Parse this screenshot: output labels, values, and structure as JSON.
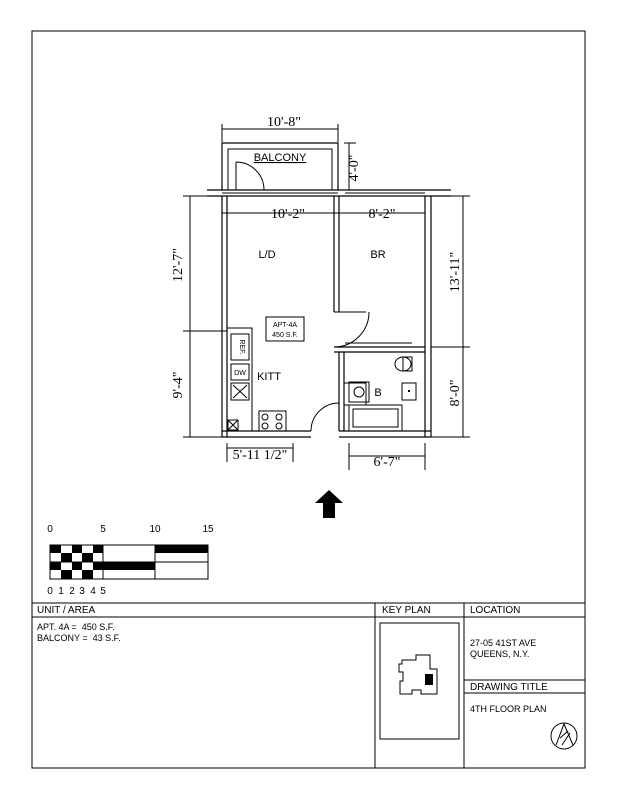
{
  "plan": {
    "dims": {
      "balcony_width": "10'-8\"",
      "balcony_depth": "4'-0\"",
      "living_width": "10'-2\"",
      "bedroom_width": "8'-2\"",
      "living_depth": "12'-7\"",
      "bedroom_depth": "13'-11\"",
      "kitchen_depth": "9'-4\"",
      "bath_depth": "8'-0\"",
      "kitchen_width": "5'-11 1/2\"",
      "bath_width": "6'-7\""
    },
    "rooms": {
      "balcony": "BALCONY",
      "living_dining": "L/D",
      "bedroom": "BR",
      "kitchen": "KITT",
      "bath": "B"
    },
    "fixtures": {
      "refrigerator": "REF.",
      "dishwasher": "DW"
    },
    "unit_tag": {
      "line1": "APT-4A",
      "line2": "450 S.F."
    }
  },
  "scale": {
    "top_ticks": [
      "0",
      "5",
      "10",
      "15"
    ],
    "bottom_ticks": [
      "0",
      "1",
      "2",
      "3",
      "4",
      "5"
    ]
  },
  "title_block": {
    "unit_area_header": "UNIT / AREA",
    "unit_area_lines": [
      "APT. 4A =  450 S.F.",
      "BALCONY =  43 S.F."
    ],
    "key_plan_header": "KEY PLAN",
    "location_header": "LOCATION",
    "location_lines": [
      "27-05 41ST AVE",
      "QUEENS, N.Y."
    ],
    "drawing_title_header": "DRAWING TITLE",
    "drawing_title": "4TH FLOOR PLAN"
  }
}
